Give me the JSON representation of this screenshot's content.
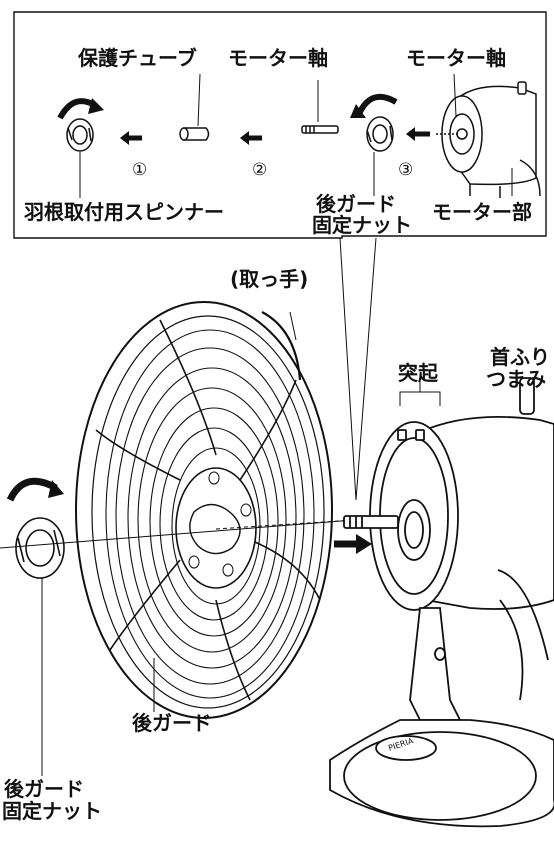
{
  "labels": {
    "protective_tube": "保護チューブ",
    "motor_shaft_1": "モーター軸",
    "motor_shaft_2": "モーター軸",
    "blade_spinner": "羽根取付用スピンナー",
    "rear_guard_nut_top_line1": "後ガード",
    "rear_guard_nut_top_line2": "固定ナット",
    "motor_unit": "モーター部",
    "handle": "(取っ手)",
    "protrusion": "突起",
    "tilt_knob_line1": "首ふり",
    "tilt_knob_line2": "つまみ",
    "rear_guard_nut_bottom_line1": "後ガード",
    "rear_guard_nut_bottom_line2": "固定ナット",
    "rear_guard": "後ガード",
    "brand_logo": "PIERIA"
  },
  "steps": [
    "①",
    "②",
    "③"
  ],
  "colors": {
    "ink": "#111111",
    "fill": "#ffffff"
  }
}
